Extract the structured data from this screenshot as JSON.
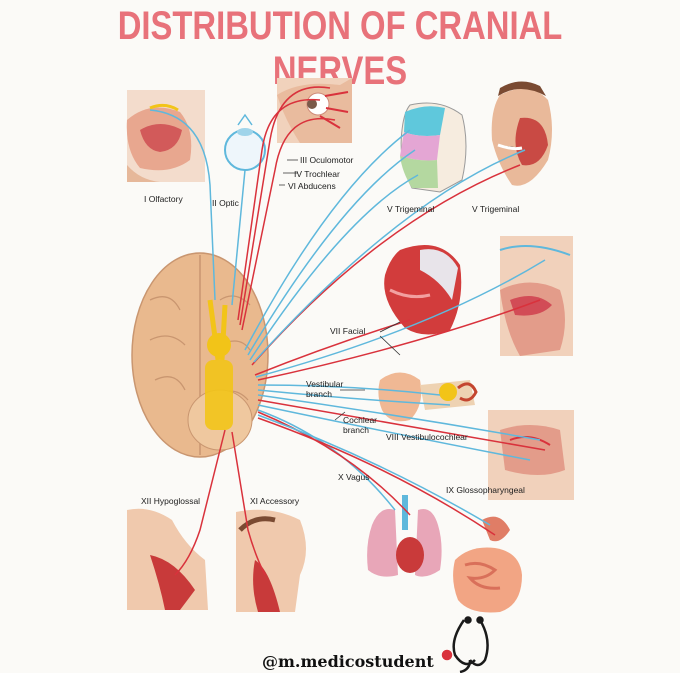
{
  "title": "DISTRIBUTION OF CRANIAL NERVES",
  "colors": {
    "title": "#e8727a",
    "sensory_nerve": "#5fb8dc",
    "motor_nerve": "#d9323c",
    "nerve_yellow": "#f2c418",
    "brain": "#e9b98e",
    "background": "#fbfaf7"
  },
  "labels": {
    "olfactory": "I Olfactory",
    "optic": "II Optic",
    "oculomotor": "III Oculomotor",
    "trochlear": "IV Trochlear",
    "abducens": "VI Abducens",
    "trigeminal_face": "V Trigeminal",
    "trigeminal_jaw": "V Trigeminal",
    "facial": "VII Facial",
    "vestibular": "Vestibular\nbranch",
    "cochlear": "Cochlear\nbranch",
    "vestibulocochlear": "VIII Vestibulocochlear",
    "glossopharyngeal": "IX Glossopharyngeal",
    "vagus": "X Vagus",
    "hypoglossal": "XII Hypoglossal",
    "accessory": "XI Accessory"
  },
  "footer": "@m.medicostudent"
}
